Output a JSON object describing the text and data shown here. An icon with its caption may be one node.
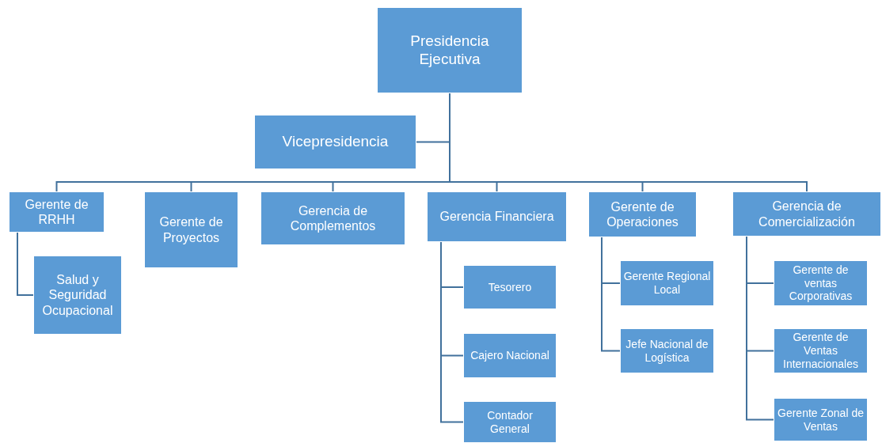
{
  "diagram": {
    "nodes": [
      {
        "text": [
          "Presidencia Ejecutiva"
        ]
      },
      {
        "text": [
          "Vicepresidencia"
        ]
      },
      {
        "text": [
          "Gerente de RRHH"
        ]
      },
      {
        "text": [
          "Gerente de Proyectos"
        ]
      },
      {
        "text": [
          "Gerencia de Complementos"
        ]
      },
      {
        "text": [
          "Gerencia Financiera"
        ]
      },
      {
        "text": [
          "Gerente de Operaciones"
        ]
      },
      {
        "text": [
          "Gerencia de Comercialización"
        ]
      },
      {
        "text": [
          "Salud y Seguridad Ocupacional"
        ]
      },
      {
        "text": [
          "Tesorero"
        ]
      },
      {
        "text": [
          "Cajero Nacional"
        ]
      },
      {
        "text": [
          "Contador General"
        ]
      },
      {
        "text": [
          "Gerente Regional Local"
        ]
      },
      {
        "text": [
          "Jefe Nacional de Logística"
        ]
      },
      {
        "text": [
          "Gerente de ventas Corporativas"
        ]
      },
      {
        "text": [
          "Gerente de Ventas Internacionales"
        ]
      },
      {
        "text": [
          "Gerente Zonal de Ventas"
        ]
      }
    ],
    "edges": [
      {
        "from": 0,
        "to": 1,
        "arrow": "none"
      },
      {
        "from": 0,
        "to": 2,
        "arrow": "none"
      },
      {
        "from": 0,
        "to": 3,
        "arrow": "none"
      },
      {
        "from": 0,
        "to": 4,
        "arrow": "none"
      },
      {
        "from": 0,
        "to": 5,
        "arrow": "none"
      },
      {
        "from": 0,
        "to": 6,
        "arrow": "none"
      },
      {
        "from": 0,
        "to": 7,
        "arrow": "none"
      },
      {
        "from": 2,
        "to": 8,
        "arrow": "none"
      },
      {
        "from": 5,
        "to": 9,
        "arrow": "none"
      },
      {
        "from": 5,
        "to": 10,
        "arrow": "none"
      },
      {
        "from": 5,
        "to": 11,
        "arrow": "none"
      },
      {
        "from": 6,
        "to": 12,
        "arrow": "none"
      },
      {
        "from": 6,
        "to": 13,
        "arrow": "none"
      },
      {
        "from": 7,
        "to": 14,
        "arrow": "none"
      },
      {
        "from": 7,
        "to": 15,
        "arrow": "none"
      },
      {
        "from": 7,
        "to": 16,
        "arrow": "none"
      }
    ]
  }
}
